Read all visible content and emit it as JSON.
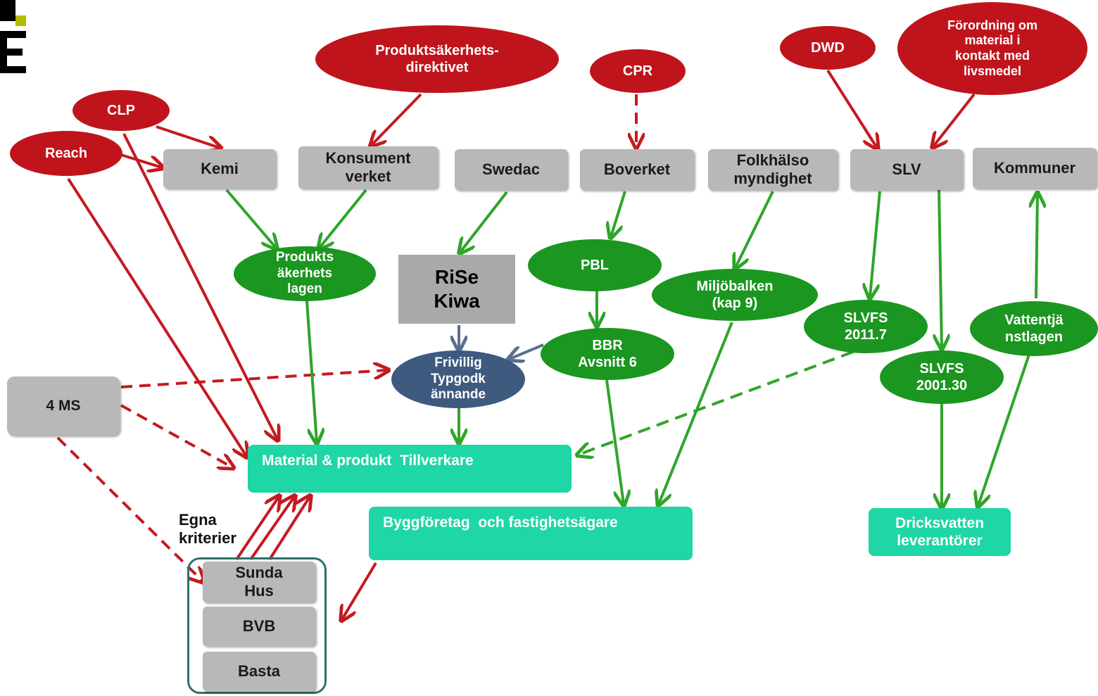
{
  "regulations": {
    "reach": "Reach",
    "clp": "CLP",
    "produktsakerhetsdirektivet": "Produktsäkerhets-\ndirektivet",
    "cpr": "CPR",
    "dwd": "DWD",
    "forordning": "Förordning om\nmaterial i\nkontakt med\nlivsmedel"
  },
  "authorities": {
    "kemi": "Kemi",
    "konsumentverket": "Konsument\nverket",
    "swedac": "Swedac",
    "boverket": "Boverket",
    "folkhalsomyndighet": "Folkhälso\nmyndighet",
    "slv": "SLV",
    "kommuner": "Kommuner",
    "four_ms": "4 MS"
  },
  "laws": {
    "produktsakerhetslagen": "Produkts\näkerhets\nlagen",
    "pbl": "PBL",
    "bbr": "BBR\nAvsnitt 6",
    "miljobalken": "Miljöbalken\n(kap 9)",
    "slvfs_2011": "SLVFS\n2011.7",
    "slvfs_2001": "SLVFS\n2001.30",
    "vattentjanstlagen": "Vattentjä\nnstlagen"
  },
  "certifiers": {
    "rise_kiwa": "RiSe\nKiwa",
    "frivillig": "Frivillig\nTypgodk\nännande"
  },
  "actors": {
    "tillverkare": "Material & produkt  Tillverkare",
    "byggforetag": "Byggföretag  och fastighetsägare",
    "dricksvatten": "Dricksvatten\nleverantörer"
  },
  "criteria": {
    "egna": "Egna\nkriterier",
    "sunda_hus": "Sunda\nHus",
    "bvb": "BVB",
    "basta": "Basta"
  },
  "colors": {
    "red": "#c0141c",
    "green": "#1b9620",
    "blue": "#3e5a7e",
    "gray": "#b8b8b9",
    "teal": "#1ed6a6",
    "green_arrow": "#2fa52a",
    "red_arrow": "#c41a20",
    "blue_arrow": "#5b6e90"
  }
}
